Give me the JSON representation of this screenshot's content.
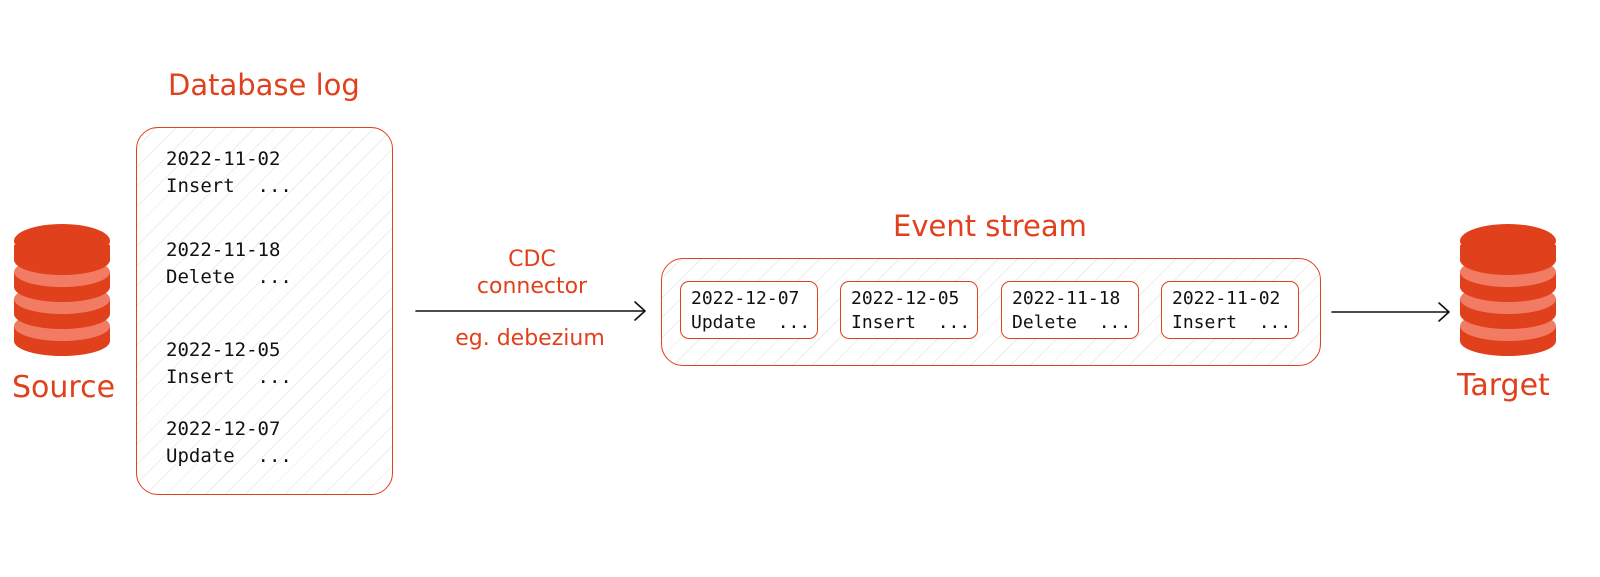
{
  "colors": {
    "accent": "#e0401c",
    "disk_light": "#f27b63",
    "text": "#111111"
  },
  "source": {
    "label": "Source",
    "icon": "database-icon"
  },
  "target": {
    "label": "Target",
    "icon": "database-icon"
  },
  "database_log": {
    "title": "Database log",
    "entries": [
      {
        "date": "2022-11-02",
        "op": "Insert  ..."
      },
      {
        "date": "2022-11-18",
        "op": "Delete  ..."
      },
      {
        "date": "2022-12-05",
        "op": "Insert  ..."
      },
      {
        "date": "2022-12-07",
        "op": "Update  ..."
      }
    ]
  },
  "connector": {
    "line1": "CDC",
    "line2": "connector",
    "example": "eg. debezium"
  },
  "event_stream": {
    "title": "Event stream",
    "events": [
      {
        "date": "2022-12-07",
        "op": "Update  ..."
      },
      {
        "date": "2022-12-05",
        "op": "Insert  ..."
      },
      {
        "date": "2022-11-18",
        "op": "Delete  ..."
      },
      {
        "date": "2022-11-02",
        "op": "Insert  ..."
      }
    ]
  }
}
